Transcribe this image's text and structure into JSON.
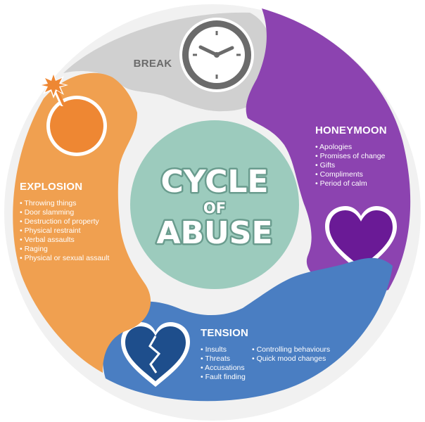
{
  "center": {
    "line1": "CYCLE",
    "line2": "OF",
    "line3": "ABUSE"
  },
  "break": {
    "title": "BREAK",
    "icon": "clock-icon"
  },
  "honeymoon": {
    "title": "HONEYMOON",
    "items": [
      "Apologies",
      "Promises of change",
      "Gifts",
      "Compliments",
      "Period of calm"
    ],
    "icon": "heart-icon"
  },
  "tension": {
    "title": "TENSION",
    "items_col1": [
      "Insults",
      "Threats",
      "Accusations",
      "Fault finding"
    ],
    "items_col2": [
      "Controlling behaviours",
      "Quick mood changes"
    ],
    "icon": "broken-heart-icon"
  },
  "explosion": {
    "title": "EXPLOSION",
    "items": [
      "Throwing things",
      "Door slamming",
      "Destruction of property",
      "Physical restraint",
      "Verbal assaults",
      "Raging",
      "Physical or sexual assault"
    ],
    "icon": "bomb-icon"
  },
  "colors": {
    "break": "#d0d0d0",
    "honeymoon": "#8c43b0",
    "tension": "#4a7ec2",
    "explosion": "#f0a050",
    "center": "#9ccbbd"
  }
}
